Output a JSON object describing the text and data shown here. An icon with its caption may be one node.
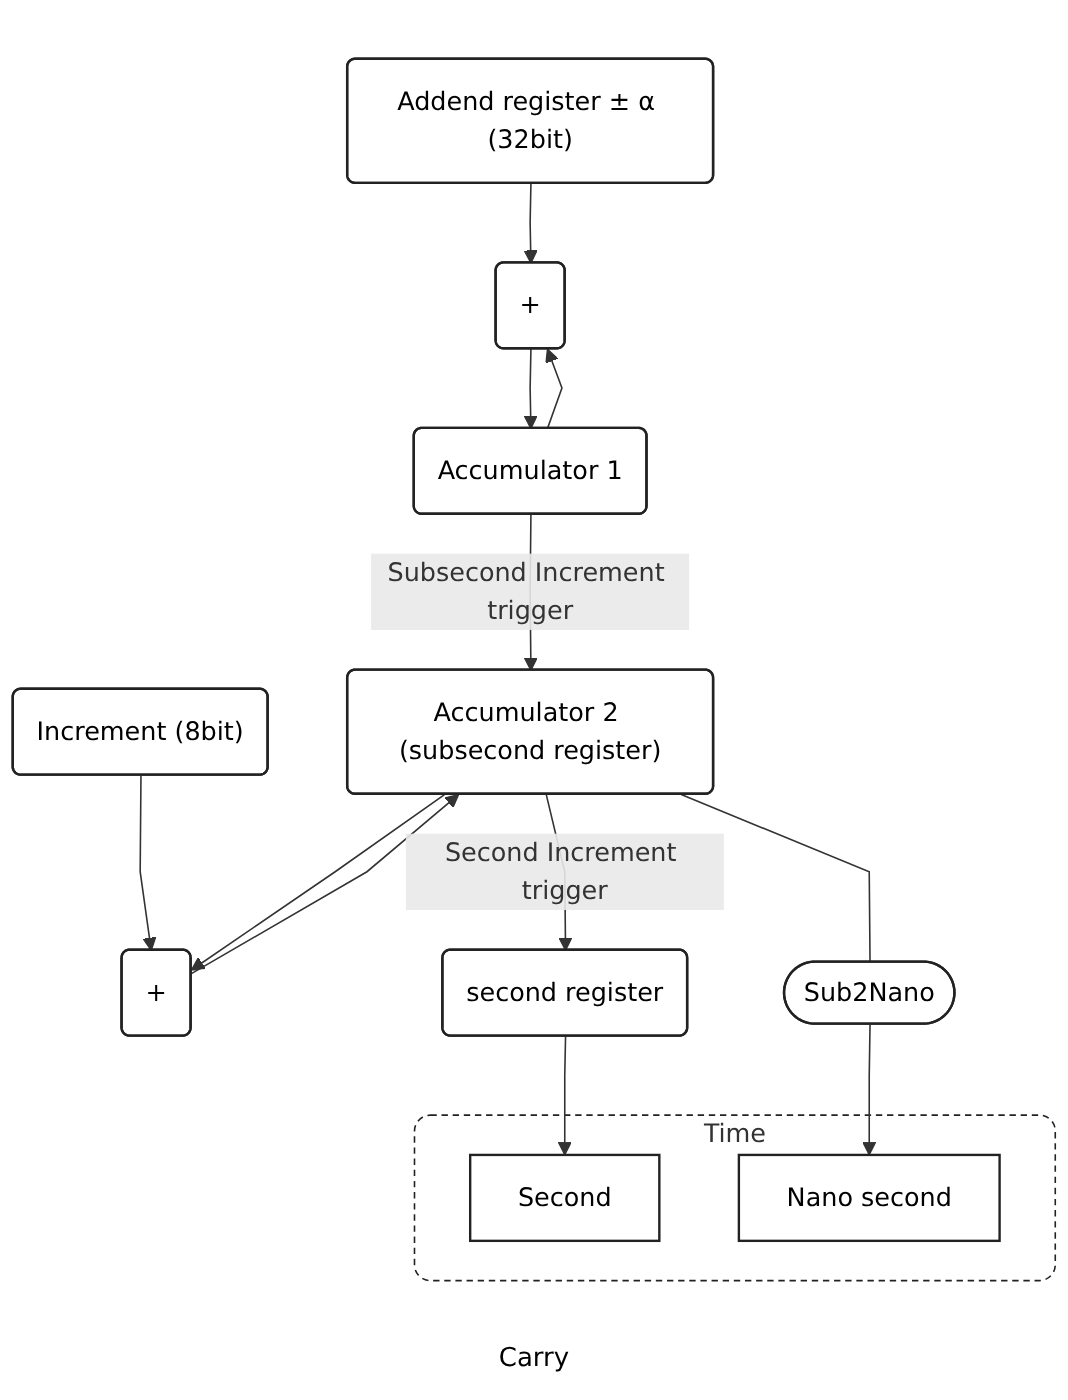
{
  "diagram": {
    "nodes": [
      {
        "text": [
          "Addend register ± α (32bit)"
        ]
      },
      {
        "text": [
          "+"
        ]
      },
      {
        "text": [
          "Accumulator 1"
        ]
      },
      {
        "text": [
          "Increment (8bit)"
        ]
      },
      {
        "text": [
          "+"
        ]
      },
      {
        "text": [
          "Accumulator 2 (subsecond register)"
        ]
      },
      {
        "text": [
          "second register"
        ]
      },
      {
        "text": [
          "Sub2Nano"
        ]
      },
      {
        "text": [
          "Time"
        ]
      },
      {
        "text": [
          "Second"
        ],
        "in": 8
      },
      {
        "text": [
          "Nano second"
        ],
        "in": 8
      }
    ],
    "edges": [
      {
        "from": 0,
        "to": 1,
        "arrow": "to"
      },
      {
        "from": 2,
        "to": 1,
        "arrow": "to"
      },
      {
        "from": 1,
        "to": 2,
        "arrow": "to"
      },
      {
        "from": 2,
        "to": 5,
        "arrow": "to",
        "label": "Subsecond Increment trigger"
      },
      {
        "from": 3,
        "to": 4,
        "arrow": "to"
      },
      {
        "from": 5,
        "to": 4,
        "arrow": "to"
      },
      {
        "from": 4,
        "to": 5,
        "arrow": "to"
      },
      {
        "from": 5,
        "to": 6,
        "arrow": "to",
        "label": "Second Increment trigger"
      },
      {
        "from": 6,
        "to": 9,
        "arrow": "to"
      },
      {
        "from": 5,
        "to": 7,
        "arrow": "none"
      },
      {
        "from": 7,
        "to": 10,
        "arrow": "to"
      }
    ],
    "labels": [
      "Carry"
    ]
  }
}
